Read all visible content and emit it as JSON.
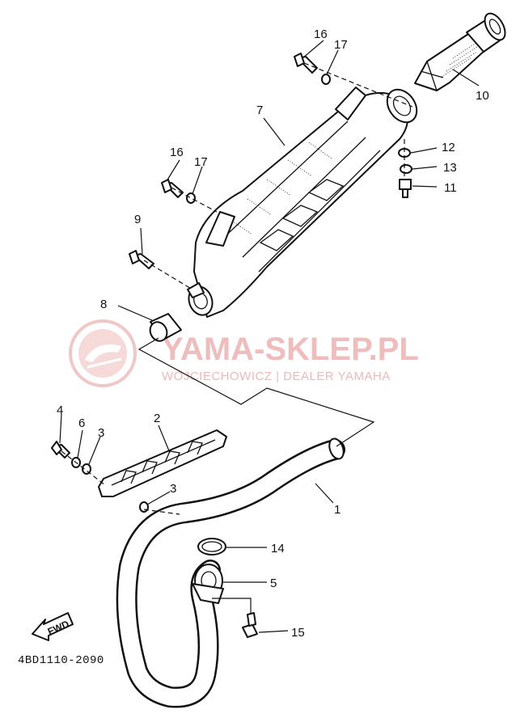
{
  "diagram": {
    "catalog_code": "4BD1110-2090",
    "fwd_label": "FWD",
    "watermark": {
      "brand": "YAMA-SKLEP.PL",
      "dealer": "WOJCIECHOWICZ | DEALER YAMAHA"
    },
    "callouts": [
      {
        "id": "p1",
        "number": "1"
      },
      {
        "id": "p2",
        "number": "2"
      },
      {
        "id": "p3a",
        "number": "3"
      },
      {
        "id": "p3b",
        "number": "3"
      },
      {
        "id": "p4",
        "number": "4"
      },
      {
        "id": "p5",
        "number": "5"
      },
      {
        "id": "p6",
        "number": "6"
      },
      {
        "id": "p7",
        "number": "7"
      },
      {
        "id": "p8",
        "number": "8"
      },
      {
        "id": "p9",
        "number": "9"
      },
      {
        "id": "p10",
        "number": "10"
      },
      {
        "id": "p11",
        "number": "11"
      },
      {
        "id": "p12",
        "number": "12"
      },
      {
        "id": "p13",
        "number": "13"
      },
      {
        "id": "p14",
        "number": "14"
      },
      {
        "id": "p15",
        "number": "15"
      },
      {
        "id": "p16a",
        "number": "16"
      },
      {
        "id": "p16b",
        "number": "16"
      },
      {
        "id": "p17a",
        "number": "17"
      },
      {
        "id": "p17b",
        "number": "17"
      }
    ]
  }
}
